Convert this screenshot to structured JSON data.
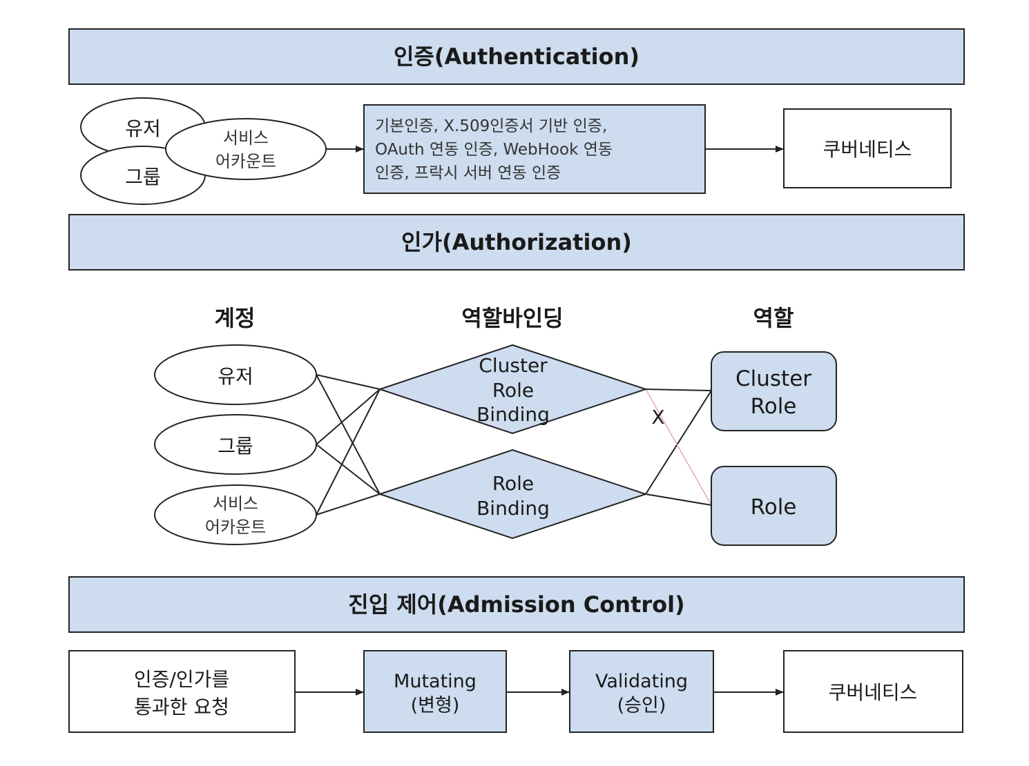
{
  "colors": {
    "banner_fill": "#cddcee",
    "box_fill": "#cddcee",
    "white_fill": "#ffffff",
    "stroke": "#222222",
    "blocked_link": "#e8a6b8"
  },
  "authentication": {
    "banner_title": "인증(Authentication)",
    "subjects": {
      "user": "유저",
      "group": "그룹",
      "service_account_line1": "서비스",
      "service_account_line2": "어카운트"
    },
    "methods_lines": [
      "기본인증, X.509인증서 기반 인증,",
      "OAuth 연동 인증, WebHook 연동",
      "인증, 프락시 서버 연동 인증"
    ],
    "target": "쿠버네티스"
  },
  "authorization": {
    "banner_title": "인가(Authorization)",
    "columns": {
      "accounts": "계정",
      "role_binding": "역할바인딩",
      "role": "역할"
    },
    "accounts": {
      "user": "유저",
      "group": "그룹",
      "service_account_line1": "서비스",
      "service_account_line2": "어카운트"
    },
    "bindings": {
      "cluster_role_binding": [
        "Cluster",
        "Role",
        "Binding"
      ],
      "role_binding": [
        "Role",
        "Binding"
      ]
    },
    "roles": {
      "cluster_role": [
        "Cluster",
        "Role"
      ],
      "role": "Role"
    },
    "blocked_mark": "X"
  },
  "admission": {
    "banner_title": "진입 제어(Admission Control)",
    "request_lines": [
      "인증/인가를",
      "통과한 요청"
    ],
    "mutating_lines": [
      "Mutating",
      "(변형)"
    ],
    "validating_lines": [
      "Validating",
      "(승인)"
    ],
    "target": "쿠버네티스"
  }
}
